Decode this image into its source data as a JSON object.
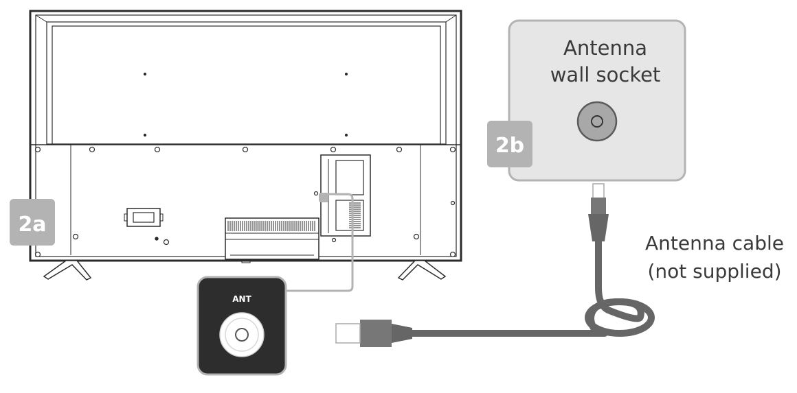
{
  "badges": {
    "tv_step": "2a",
    "socket_step": "2b"
  },
  "wall_socket": {
    "label_line1": "Antenna",
    "label_line2": "wall socket"
  },
  "cable": {
    "label_line1": "Antenna cable",
    "label_line2": "(not supplied)"
  },
  "ant_port": {
    "label": "ANT"
  },
  "colors": {
    "outline": "#2b2b2b",
    "badge": "#b3b3b3",
    "socket_box": "#e6e6e6",
    "socket_border": "#b3b3b3",
    "cable": "#666666",
    "ant_box": "#2d2d2d",
    "text": "#3a3a3a"
  }
}
